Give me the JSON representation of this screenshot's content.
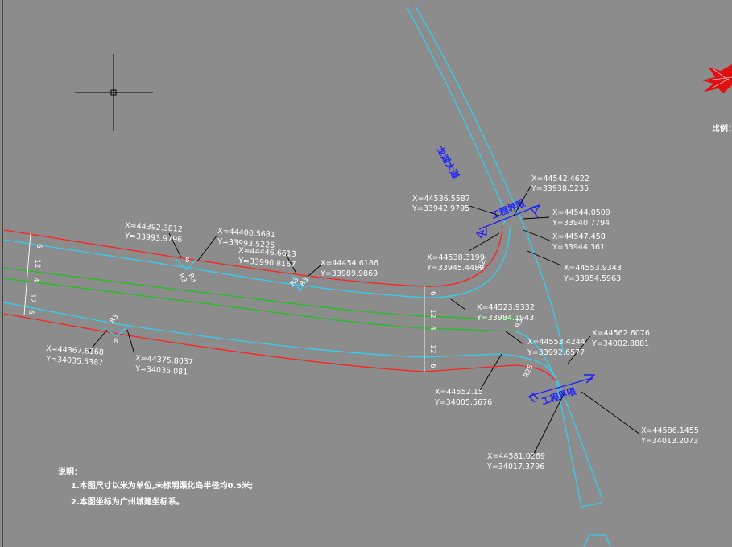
{
  "road": {
    "name": "龙湖大道",
    "boundary_1": "工程界限",
    "boundary_2": "工程界限"
  },
  "legend": {
    "scale_label": "比例："
  },
  "coordinates": [
    {
      "x": "X=44542.4622",
      "y": "Y=33938.5235"
    },
    {
      "x": "X=44536.5587",
      "y": "Y=33942.9795"
    },
    {
      "x": "X=44544.0509",
      "y": "Y=33940.7794"
    },
    {
      "x": "X=44547.458",
      "y": "Y=33944.361"
    },
    {
      "x": "X=44538.3199",
      "y": "Y=33945.4489"
    },
    {
      "x": "X=44553.9343",
      "y": "Y=33954.5963"
    },
    {
      "x": "X=44392.3812",
      "y": "Y=33993.9796"
    },
    {
      "x": "X=44400.5681",
      "y": "Y=33993.5225"
    },
    {
      "x": "X=44446.6613",
      "y": "Y=33990.8167"
    },
    {
      "x": "X=44454.6186",
      "y": "Y=33989.9869"
    },
    {
      "x": "X=44523.9332",
      "y": "Y=33984.1943"
    },
    {
      "x": "X=44553.4244",
      "y": "Y=33992.6577"
    },
    {
      "x": "X=44562.6076",
      "y": "Y=34002.8881"
    },
    {
      "x": "X=44367.6168",
      "y": "Y=34035.5387"
    },
    {
      "x": "X=44375.8037",
      "y": "Y=34035.081"
    },
    {
      "x": "X=44552.15",
      "y": "Y=34005.5676"
    },
    {
      "x": "X=44586.1455",
      "y": "Y=34013.2073"
    },
    {
      "x": "X=44581.0269",
      "y": "Y=34017.3796"
    }
  ],
  "dimensions": {
    "left": [
      "6",
      "12",
      "4",
      "12",
      "6"
    ],
    "right": [
      "6",
      "12",
      "4",
      "12",
      "6"
    ],
    "mid": [
      "8",
      "8"
    ]
  },
  "radii": [
    "R3",
    "R3",
    "R3",
    "R3",
    "R25",
    "R3",
    "R25",
    "R3"
  ],
  "notes": {
    "title": "说明：",
    "line1": "1.本图尺寸以米为单位,未标明渠化岛半径均0.5米;",
    "line2": "2.本图坐标为广州城建坐标系。"
  },
  "colors": {
    "background": "#8c8c8c",
    "road_edge": "#ff2020",
    "median": "#20c020",
    "curb": "#30d0f0",
    "annotation": "#2020ff",
    "north_arrow": "#e01010"
  }
}
